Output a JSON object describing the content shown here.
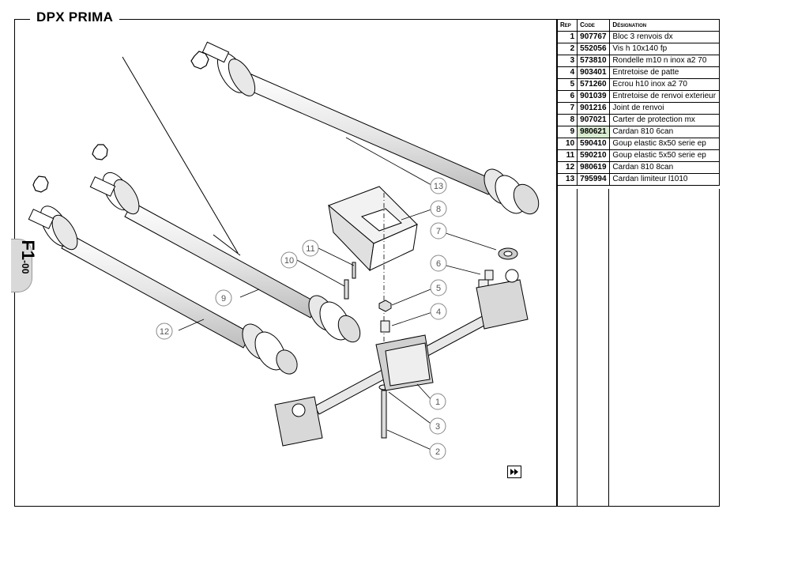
{
  "title": "DPX PRIMA",
  "tab": {
    "main": "F1",
    "sub": "-00"
  },
  "table": {
    "headers": {
      "rep": "Rep",
      "code": "Code",
      "designation": "Désignation"
    },
    "rows": [
      {
        "rep": "1",
        "code": "907767",
        "designation": "Bloc 3 renvois dx"
      },
      {
        "rep": "2",
        "code": "552056",
        "designation": "Vis h 10x140 fp"
      },
      {
        "rep": "3",
        "code": "573810",
        "designation": "Rondelle m10 n inox a2 70"
      },
      {
        "rep": "4",
        "code": "903401",
        "designation": "Entretoise de patte"
      },
      {
        "rep": "5",
        "code": "571260",
        "designation": "Ecrou h10 inox a2 70"
      },
      {
        "rep": "6",
        "code": "901039",
        "designation": "Entretoise de renvoi exterieur"
      },
      {
        "rep": "7",
        "code": "901216",
        "designation": "Joint de renvoi"
      },
      {
        "rep": "8",
        "code": "907021",
        "designation": "Carter de protection mx"
      },
      {
        "rep": "9",
        "code": "980621",
        "designation": "Cardan 810 6can"
      },
      {
        "rep": "10",
        "code": "590410",
        "designation": "Goup elastic 8x50 serie ep"
      },
      {
        "rep": "11",
        "code": "590210",
        "designation": "Goup elastic 5x50 serie ep"
      },
      {
        "rep": "12",
        "code": "980619",
        "designation": "Cardan 810 8can"
      },
      {
        "rep": "13",
        "code": "795994",
        "designation": "Cardan limiteur l1010"
      }
    ],
    "highlighted_code": "980621"
  },
  "callouts": [
    "1",
    "2",
    "3",
    "4",
    "5",
    "6",
    "7",
    "8",
    "9",
    "10",
    "11",
    "12",
    "13"
  ],
  "next_button_icon": "fast-forward-icon"
}
